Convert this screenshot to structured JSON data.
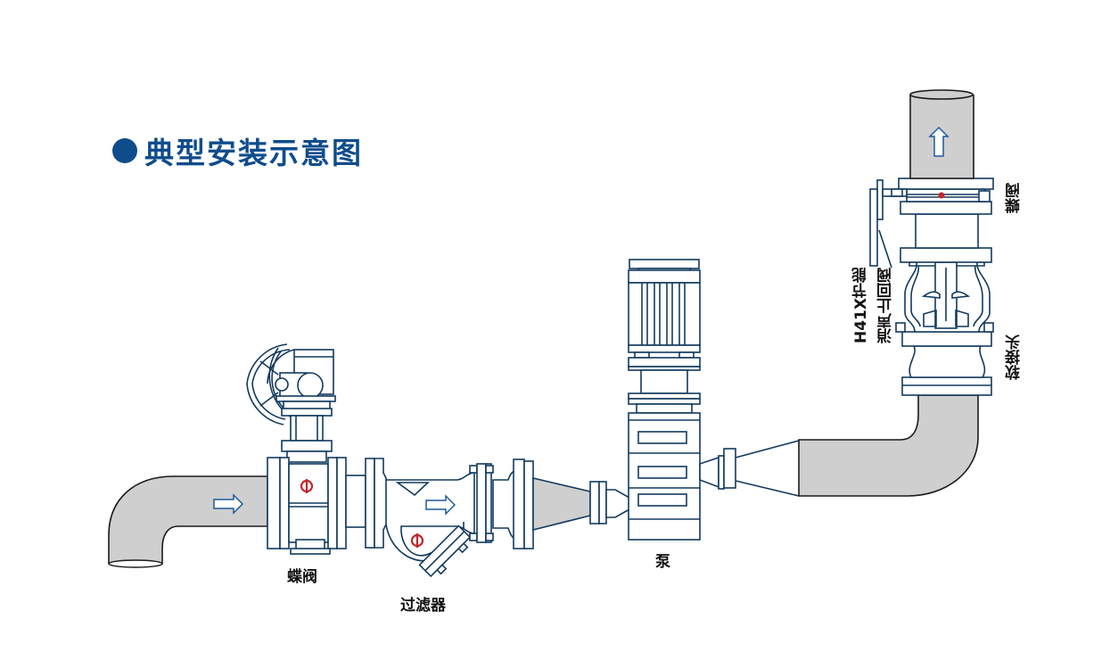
{
  "title": "典型安装示意图",
  "colors": {
    "title": "#0f4c8c",
    "outline": "#123a5e",
    "pipe_fill": "#cfcfcf",
    "marker_red": "#c0272d"
  },
  "components": {
    "butterfly_valve_left": {
      "label": "蝶阀",
      "icon": "butterfly-valve-with-gearbox"
    },
    "strainer": {
      "label": "过滤器",
      "icon": "y-strainer"
    },
    "pump": {
      "label": "泵",
      "icon": "vertical-pump"
    },
    "check_valve": {
      "label_line1": "H41X节能",
      "label_line2": "消声止回阀",
      "icon": "silent-check-valve"
    },
    "butterfly_valve_top": {
      "label": "蝶阀",
      "icon": "butterfly-valve-lever"
    },
    "flexible_joint": {
      "label": "软接头",
      "icon": "rubber-expansion-joint"
    }
  },
  "flow_arrows": [
    "right",
    "right",
    "up"
  ]
}
